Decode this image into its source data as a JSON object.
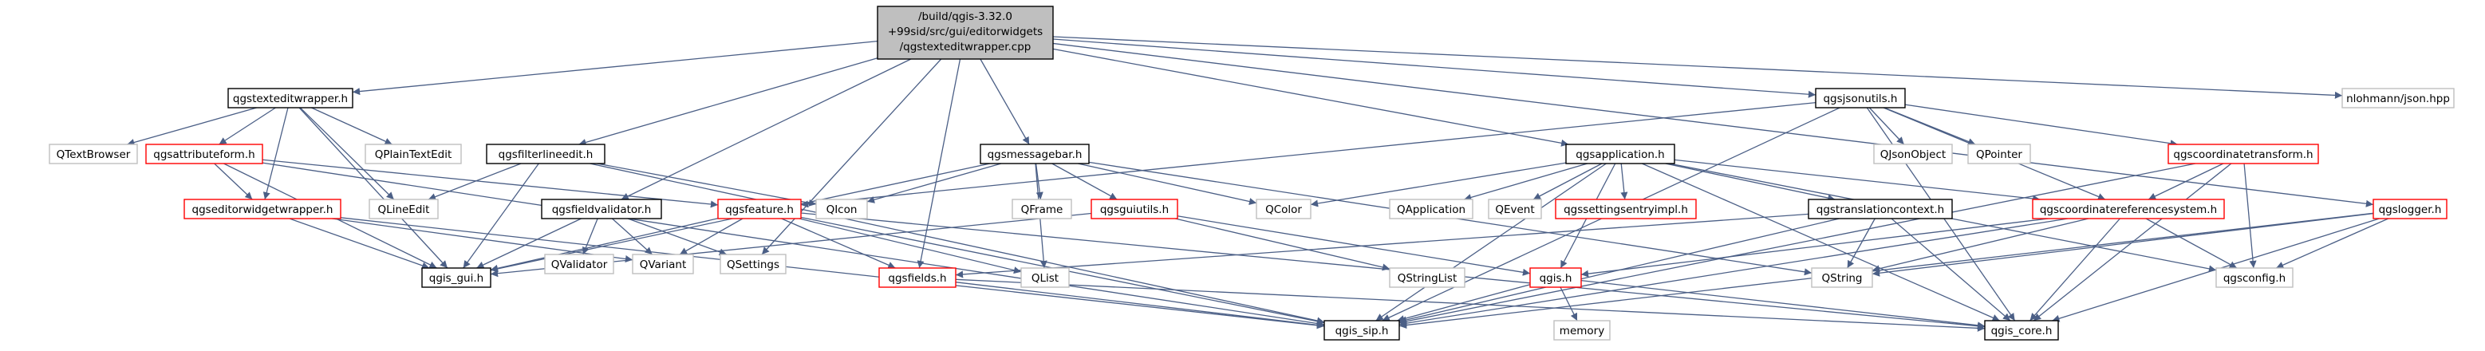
{
  "title_lines": [
    "/build/qgis-3.32.0",
    "+99sid/src/gui/editorwidgets",
    "/qgstexteditwrapper.cpp"
  ],
  "styles": {
    "source": {
      "fill": "#bfbfbf",
      "stroke": "#000000"
    },
    "documented": {
      "fill": "#ffffff",
      "stroke": "#000000"
    },
    "truncated": {
      "fill": "#ffffff",
      "stroke": "#ff0000"
    },
    "external": {
      "fill": "#ffffff",
      "stroke": "#bfbfbf"
    },
    "edge": "#4b5f86"
  },
  "nodes": [
    {
      "id": "src",
      "label": "/build/qgis-3.32.0 +99sid/src/gui/editorwidgets /qgstexteditwrapper.cpp",
      "style": "source"
    },
    {
      "id": "qgstexteditwrapper_h",
      "label": "qgstexteditwrapper.h",
      "style": "documented"
    },
    {
      "id": "qtextbrowser",
      "label": "QTextBrowser",
      "style": "external"
    },
    {
      "id": "qgsattributeform_h",
      "label": "qgsattributeform.h",
      "style": "truncated"
    },
    {
      "id": "qplaintextedit",
      "label": "QPlainTextEdit",
      "style": "external"
    },
    {
      "id": "qgseditorwidgetwrapper_h",
      "label": "qgseditorwidgetwrapper.h",
      "style": "truncated"
    },
    {
      "id": "qlineedit",
      "label": "QLineEdit",
      "style": "external"
    },
    {
      "id": "qgsfilterlineedit_h",
      "label": "qgsfilterlineedit.h",
      "style": "documented"
    },
    {
      "id": "qgsfieldvalidator_h",
      "label": "qgsfieldvalidator.h",
      "style": "documented"
    },
    {
      "id": "qgsfeature_h",
      "label": "qgsfeature.h",
      "style": "truncated"
    },
    {
      "id": "qicon",
      "label": "QIcon",
      "style": "external"
    },
    {
      "id": "qgsmessagebar_h",
      "label": "qgsmessagebar.h",
      "style": "documented"
    },
    {
      "id": "qframe",
      "label": "QFrame",
      "style": "external"
    },
    {
      "id": "qgsguiutils_h",
      "label": "qgsguiutils.h",
      "style": "truncated"
    },
    {
      "id": "qcolor",
      "label": "QColor",
      "style": "external"
    },
    {
      "id": "qgsapplication_h",
      "label": "qgsapplication.h",
      "style": "documented"
    },
    {
      "id": "qapplication",
      "label": "QApplication",
      "style": "external"
    },
    {
      "id": "qevent",
      "label": "QEvent",
      "style": "external"
    },
    {
      "id": "qgssettingsentryimpl_h",
      "label": "qgssettingsentryimpl.h",
      "style": "truncated"
    },
    {
      "id": "qgstranslationcontext_h",
      "label": "qgstranslationcontext.h",
      "style": "documented"
    },
    {
      "id": "qgsjsonutils_h",
      "label": "qgsjsonutils.h",
      "style": "documented"
    },
    {
      "id": "qjsonobject",
      "label": "QJsonObject",
      "style": "external"
    },
    {
      "id": "qpointer",
      "label": "QPointer",
      "style": "external"
    },
    {
      "id": "qgscoordinatetransform_h",
      "label": "qgscoordinatetransform.h",
      "style": "truncated"
    },
    {
      "id": "qgscoordinatereferencesystem_h",
      "label": "qgscoordinatereferencesystem.h",
      "style": "truncated"
    },
    {
      "id": "qgslogger_h",
      "label": "qgslogger.h",
      "style": "truncated"
    },
    {
      "id": "nlohmann_json",
      "label": "nlohmann/json.hpp",
      "style": "external"
    },
    {
      "id": "qvalidator",
      "label": "QValidator",
      "style": "external"
    },
    {
      "id": "qvariant",
      "label": "QVariant",
      "style": "external"
    },
    {
      "id": "qsettings",
      "label": "QSettings",
      "style": "external"
    },
    {
      "id": "qgis_gui_h",
      "label": "qgis_gui.h",
      "style": "documented"
    },
    {
      "id": "qgsfields_h",
      "label": "qgsfields.h",
      "style": "truncated"
    },
    {
      "id": "qlist",
      "label": "QList",
      "style": "external"
    },
    {
      "id": "qstringlist",
      "label": "QStringList",
      "style": "external"
    },
    {
      "id": "qgis_h",
      "label": "qgis.h",
      "style": "truncated"
    },
    {
      "id": "qstring",
      "label": "QString",
      "style": "external"
    },
    {
      "id": "qgsconfig_h",
      "label": "qgsconfig.h",
      "style": "external"
    },
    {
      "id": "qgis_sip_h",
      "label": "qgis_sip.h",
      "style": "documented"
    },
    {
      "id": "memory",
      "label": "memory",
      "style": "external"
    },
    {
      "id": "qgis_core_h",
      "label": "qgis_core.h",
      "style": "documented"
    }
  ],
  "edges": [
    [
      "src",
      "qgstexteditwrapper_h"
    ],
    [
      "src",
      "qgsfilterlineedit_h"
    ],
    [
      "src",
      "qgsfieldvalidator_h"
    ],
    [
      "src",
      "qgsmessagebar_h"
    ],
    [
      "src",
      "qgsapplication_h"
    ],
    [
      "src",
      "qgsjsonutils_h"
    ],
    [
      "src",
      "qgslogger_h"
    ],
    [
      "src",
      "nlohmann_json"
    ],
    [
      "src",
      "qsettings"
    ],
    [
      "src",
      "qgsfields_h"
    ],
    [
      "qgstexteditwrapper_h",
      "qtextbrowser"
    ],
    [
      "qgstexteditwrapper_h",
      "qgsattributeform_h"
    ],
    [
      "qgstexteditwrapper_h",
      "qplaintextedit"
    ],
    [
      "qgstexteditwrapper_h",
      "qgseditorwidgetwrapper_h"
    ],
    [
      "qgstexteditwrapper_h",
      "qlineedit"
    ],
    [
      "qgstexteditwrapper_h",
      "qgis_gui_h"
    ],
    [
      "qgsattributeform_h",
      "qgseditorwidgetwrapper_h"
    ],
    [
      "qgsattributeform_h",
      "qgsfeature_h"
    ],
    [
      "qgsattributeform_h",
      "qgis_gui_h"
    ],
    [
      "qgsattributeform_h",
      "qgis_sip_h"
    ],
    [
      "qgseditorwidgetwrapper_h",
      "qvariant"
    ],
    [
      "qgseditorwidgetwrapper_h",
      "qgis_gui_h"
    ],
    [
      "qgseditorwidgetwrapper_h",
      "qgis_sip_h"
    ],
    [
      "qgsfilterlineedit_h",
      "qlineedit"
    ],
    [
      "qgsfilterlineedit_h",
      "qicon"
    ],
    [
      "qgsfilterlineedit_h",
      "qgis_gui_h"
    ],
    [
      "qgsfilterlineedit_h",
      "qgis_sip_h"
    ],
    [
      "qgsfieldvalidator_h",
      "qvalidator"
    ],
    [
      "qgsfieldvalidator_h",
      "qvariant"
    ],
    [
      "qgsfieldvalidator_h",
      "qsettings"
    ],
    [
      "qgsfieldvalidator_h",
      "qgis_gui_h"
    ],
    [
      "qgsfeature_h",
      "qvariant"
    ],
    [
      "qgsfeature_h",
      "qgsfields_h"
    ],
    [
      "qgsfeature_h",
      "qlist"
    ],
    [
      "qgsfeature_h",
      "qgis_sip_h"
    ],
    [
      "qgsfeature_h",
      "qgis_core_h"
    ],
    [
      "qgsfeature_h",
      "qgis_gui_h"
    ],
    [
      "qgsmessagebar_h",
      "qicon"
    ],
    [
      "qgsmessagebar_h",
      "qframe"
    ],
    [
      "qgsmessagebar_h",
      "qgsguiutils_h"
    ],
    [
      "qgsmessagebar_h",
      "qcolor"
    ],
    [
      "qgsmessagebar_h",
      "qlist"
    ],
    [
      "qgsmessagebar_h",
      "qgis_gui_h"
    ],
    [
      "qgsmessagebar_h",
      "qstring"
    ],
    [
      "qgsguiutils_h",
      "qgis_gui_h"
    ],
    [
      "qgsguiutils_h",
      "qstringlist"
    ],
    [
      "qgsguiutils_h",
      "qgis_h"
    ],
    [
      "qgsapplication_h",
      "qcolor"
    ],
    [
      "qgsapplication_h",
      "qapplication"
    ],
    [
      "qgsapplication_h",
      "qevent"
    ],
    [
      "qgsapplication_h",
      "qgssettingsentryimpl_h"
    ],
    [
      "qgsapplication_h",
      "qgstranslationcontext_h"
    ],
    [
      "qgsapplication_h",
      "qgscoordinatereferencesystem_h"
    ],
    [
      "qgsapplication_h",
      "qgsconfig_h"
    ],
    [
      "qgsapplication_h",
      "qgis_sip_h"
    ],
    [
      "qgsapplication_h",
      "qgis_core_h"
    ],
    [
      "qgsapplication_h",
      "qgis_h"
    ],
    [
      "qgstranslationcontext_h",
      "qstring"
    ],
    [
      "qgstranslationcontext_h",
      "qgis_core_h"
    ],
    [
      "qgstranslationcontext_h",
      "qgis_sip_h"
    ],
    [
      "qgstranslationcontext_h",
      "qgsfields_h"
    ],
    [
      "qgsjsonutils_h",
      "qjsonobject"
    ],
    [
      "qgsjsonutils_h",
      "qpointer"
    ],
    [
      "qgsjsonutils_h",
      "qgscoordinatetransform_h"
    ],
    [
      "qgsjsonutils_h",
      "qgsfeature_h"
    ],
    [
      "qgsjsonutils_h",
      "qgis_core_h"
    ],
    [
      "qgsjsonutils_h",
      "qgis_sip_h"
    ],
    [
      "qgsjsonutils_h",
      "qgscoordinatereferencesystem_h"
    ],
    [
      "qgscoordinatetransform_h",
      "qgscoordinatereferencesystem_h"
    ],
    [
      "qgscoordinatetransform_h",
      "qgsconfig_h"
    ],
    [
      "qgscoordinatetransform_h",
      "qgis_sip_h"
    ],
    [
      "qgscoordinatetransform_h",
      "qgis_core_h"
    ],
    [
      "qgscoordinatereferencesystem_h",
      "qgis_h"
    ],
    [
      "qgscoordinatereferencesystem_h",
      "qstring"
    ],
    [
      "qgscoordinatereferencesystem_h",
      "qgsconfig_h"
    ],
    [
      "qgscoordinatereferencesystem_h",
      "qgis_core_h"
    ],
    [
      "qgscoordinatereferencesystem_h",
      "qgis_sip_h"
    ],
    [
      "qgslogger_h",
      "qstring"
    ],
    [
      "qgslogger_h",
      "qgsconfig_h"
    ],
    [
      "qgslogger_h",
      "qgis_core_h"
    ],
    [
      "qgslogger_h",
      "qgis_sip_h"
    ],
    [
      "qgsfields_h",
      "qgis_sip_h"
    ],
    [
      "qgsfields_h",
      "qgis_core_h"
    ],
    [
      "qgis_h",
      "memory"
    ],
    [
      "qgis_h",
      "qgis_sip_h"
    ],
    [
      "qgis_h",
      "qgis_core_h"
    ]
  ]
}
